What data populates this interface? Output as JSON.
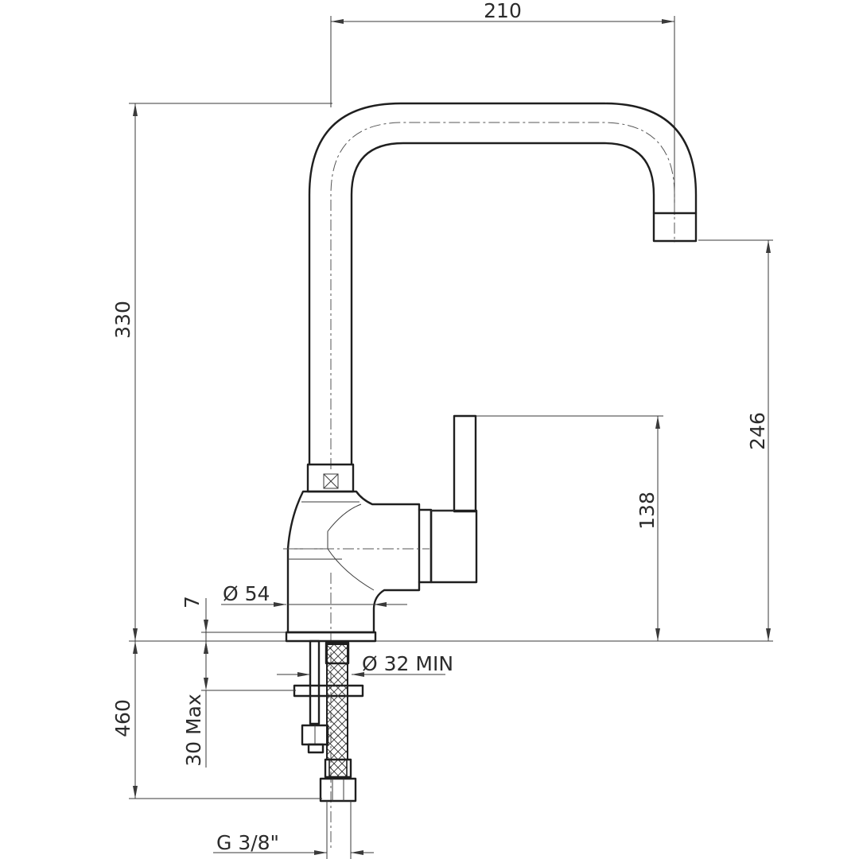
{
  "drawing": {
    "dimensions": {
      "spout_reach": "210",
      "total_height": "330",
      "spout_height": "246",
      "lever_height": "138",
      "base_diameter": "Ø 54",
      "base_thickness": "7",
      "hole_diameter": "Ø 32 MIN",
      "hose_length": "460",
      "max_worktop": "30 Max",
      "thread": "G 3/8\""
    }
  }
}
